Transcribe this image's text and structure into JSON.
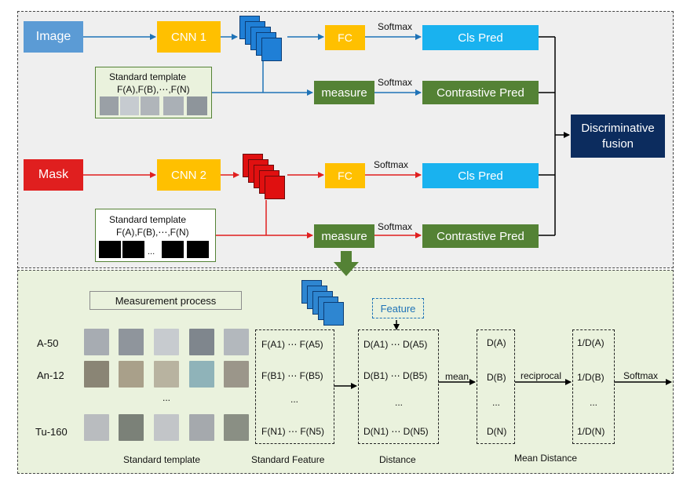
{
  "top": {
    "image_label": "Image",
    "mask_label": "Mask",
    "cnn1_label": "CNN 1",
    "cnn2_label": "CNN 2",
    "fc_label": "FC",
    "measure_label": "measure",
    "softmax_label": "Softmax",
    "cls_pred_label": "Cls Pred",
    "contrastive_pred_label": "Contrastive Pred",
    "fusion_label": "Discriminative fusion",
    "template_title": "Standard template",
    "template_formula": "F(A),F(B),⋯,F(N)",
    "template_ellipsis": "..."
  },
  "bottom": {
    "process_label": "Measurement process",
    "feature_label": "Feature",
    "rows": [
      "A-50",
      "An-12",
      "Tu-160"
    ],
    "row_ellipsis": "...",
    "std_feature": [
      "F(A1) ⋯ F(A5)",
      "F(B1) ⋯ F(B5)",
      "...",
      "F(N1) ⋯ F(N5)"
    ],
    "distance": [
      "D(A1) ⋯ D(A5)",
      "D(B1) ⋯ D(B5)",
      "...",
      "D(N1) ⋯ D(N5)"
    ],
    "mean_dist": [
      "D(A)",
      "D(B)",
      "...",
      "D(N)"
    ],
    "reciprocal_dist": [
      "1/D(A)",
      "1/D(B)",
      "...",
      "1/D(N)"
    ],
    "mean_label": "mean",
    "reciprocal_label": "reciprocal",
    "softmax_label": "Softmax",
    "caption_template": "Standard template",
    "caption_feature": "Standard Feature",
    "caption_distance": "Distance",
    "caption_mean": "Mean Distance"
  },
  "colors": {
    "image_box": "#5b9bd5",
    "mask_box": "#e01f1f",
    "cnn_box": "#ffc000",
    "green_box": "#548235",
    "pred_box": "#19b2ef",
    "fusion_box": "#0c2c5e",
    "top_bg": "#efefef",
    "bottom_bg": "#eaf2dd"
  }
}
